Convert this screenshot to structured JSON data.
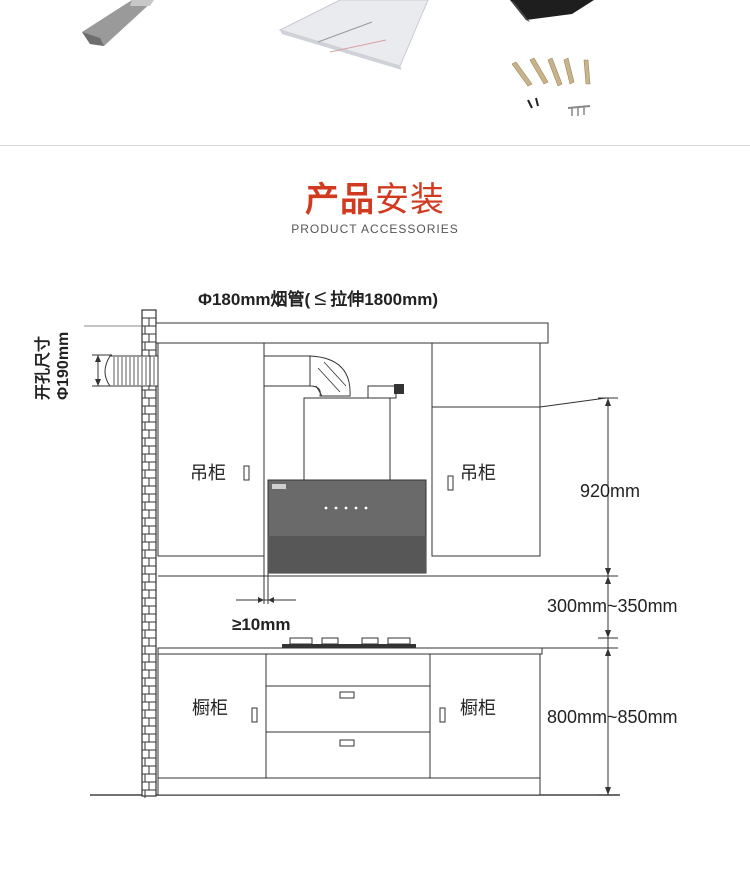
{
  "section": {
    "title_bold": "产品",
    "title_light": "安装",
    "subtitle": "PRODUCT ACCESSORIES",
    "accent_color": "#d23a20"
  },
  "diagram": {
    "duct_label": "Φ180mm烟管(",
    "duct_label_symbol": "≤",
    "duct_label_tail": "拉伸1800mm)",
    "hole_label_line1": "开孔尺寸",
    "hole_label_line2": "Φ190mm",
    "upper_cabinet_left": "吊柜",
    "upper_cabinet_right": "吊柜",
    "lower_cabinet_left": "橱柜",
    "lower_cabinet_right": "橱柜",
    "gap_label": "≥10mm",
    "dim_upper": "920mm",
    "dim_middle": "300mm~350mm",
    "dim_lower": "800mm~850mm"
  },
  "accessories": [
    {
      "name": "metal-bracket"
    },
    {
      "name": "instruction-manual"
    },
    {
      "name": "hood-component"
    },
    {
      "name": "screws-and-anchors"
    }
  ]
}
